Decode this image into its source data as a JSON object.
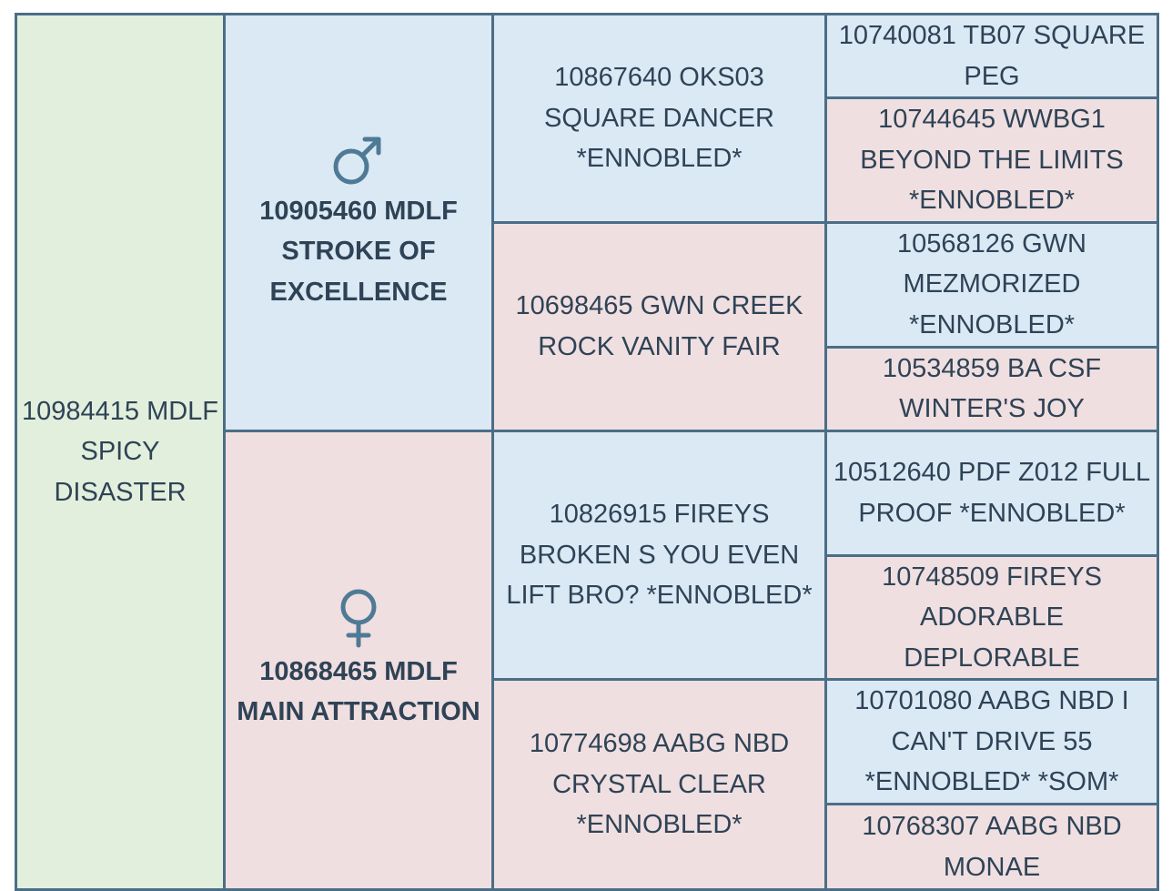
{
  "colors": {
    "border": "#4b6e87",
    "text": "#2f4356",
    "self_bg": "#e2efdc",
    "male_bg": "#dbe9f5",
    "female_bg": "#f0dfe0",
    "icon": "#4f7a96"
  },
  "subject": {
    "name": "10984415 MDLF SPICY DISASTER"
  },
  "sire": {
    "icon": "male-symbol-icon",
    "name": "10905460 MDLF STROKE OF EXCELLENCE"
  },
  "dam": {
    "icon": "female-symbol-icon",
    "name": "10868465 MDLF MAIN ATTRACTION"
  },
  "grandparents": [
    {
      "name": "10867640 OKS03 SQUARE DANCER *ENNOBLED*"
    },
    {
      "name": "10698465 GWN CREEK ROCK VANITY FAIR"
    },
    {
      "name": "10826915 FIREYS BROKEN S YOU EVEN LIFT BRO? *ENNOBLED*"
    },
    {
      "name": "10774698 AABG NBD CRYSTAL CLEAR *ENNOBLED*"
    }
  ],
  "great_grandparents": [
    {
      "name": "10740081 TB07 SQUARE PEG"
    },
    {
      "name": "10744645 WWBG1 BEYOND THE LIMITS *ENNOBLED*"
    },
    {
      "name": "10568126 GWN MEZMORIZED *ENNOBLED*"
    },
    {
      "name": "10534859 BA CSF WINTER'S JOY"
    },
    {
      "name": "10512640 PDF Z012 FULL PROOF *ENNOBLED*"
    },
    {
      "name": "10748509 FIREYS ADORABLE DEPLORABLE"
    },
    {
      "name": "10701080 AABG NBD I CAN'T DRIVE 55 *ENNOBLED* *SOM*"
    },
    {
      "name": "10768307 AABG NBD MONAE"
    }
  ]
}
